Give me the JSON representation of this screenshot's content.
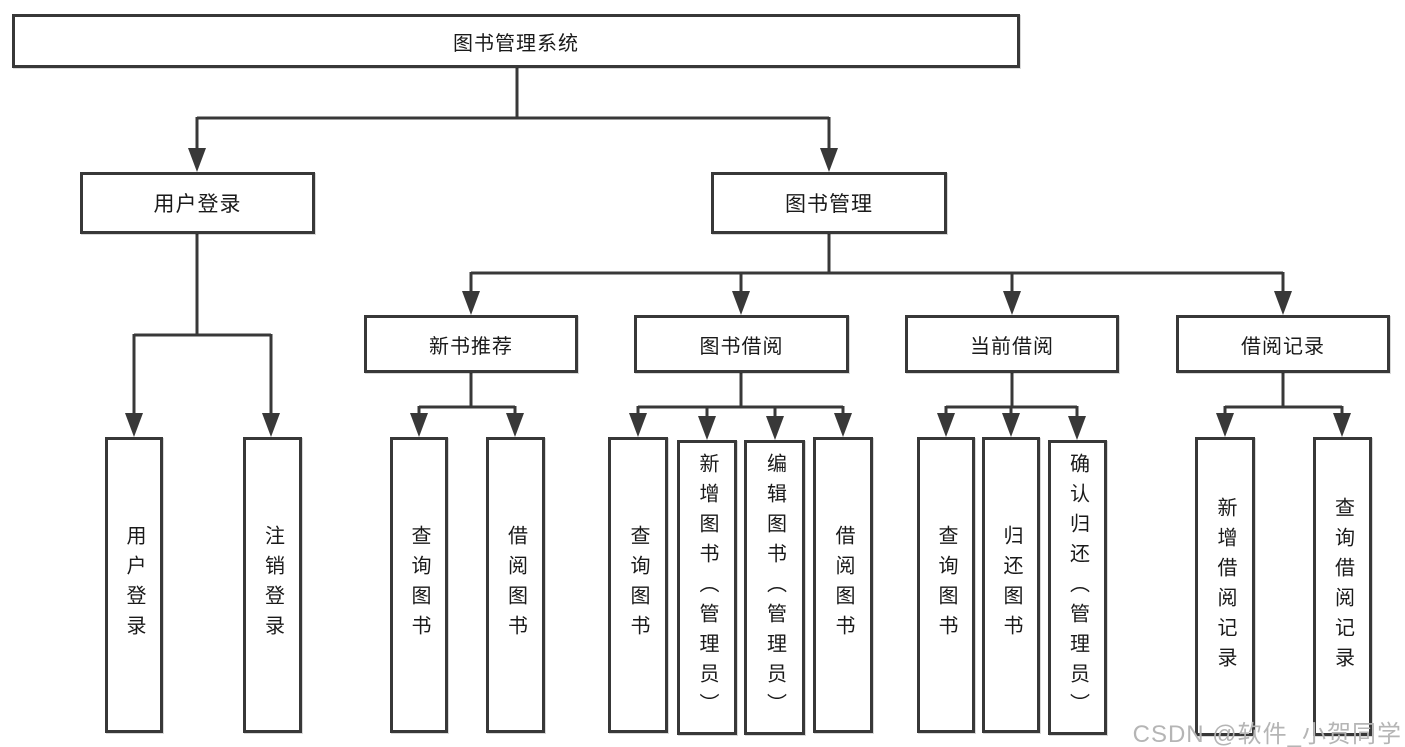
{
  "tree": {
    "label": "图书管理系统",
    "children": [
      {
        "label": "用户登录",
        "children": [
          {
            "label": "用户登录"
          },
          {
            "label": "注销登录"
          }
        ]
      },
      {
        "label": "图书管理",
        "children": [
          {
            "label": "新书推荐",
            "children": [
              {
                "label": "查询图书"
              },
              {
                "label": "借阅图书"
              }
            ]
          },
          {
            "label": "图书借阅",
            "children": [
              {
                "label": "查询图书"
              },
              {
                "label": "新增图书（管理员）"
              },
              {
                "label": "编辑图书（管理员）"
              },
              {
                "label": "借阅图书"
              }
            ]
          },
          {
            "label": "当前借阅",
            "children": [
              {
                "label": "查询图书"
              },
              {
                "label": "归还图书"
              },
              {
                "label": "确认归还（管理员）"
              }
            ]
          },
          {
            "label": "借阅记录",
            "children": [
              {
                "label": "新增借阅记录"
              },
              {
                "label": "查询借阅记录"
              }
            ]
          }
        ]
      }
    ]
  },
  "watermark": {
    "text": "CSDN @软件_小贺同学"
  },
  "colors": {
    "line": "#383838",
    "text": "#1a1a1a",
    "watermark": "#b5b5b5",
    "background": "#ffffff"
  }
}
